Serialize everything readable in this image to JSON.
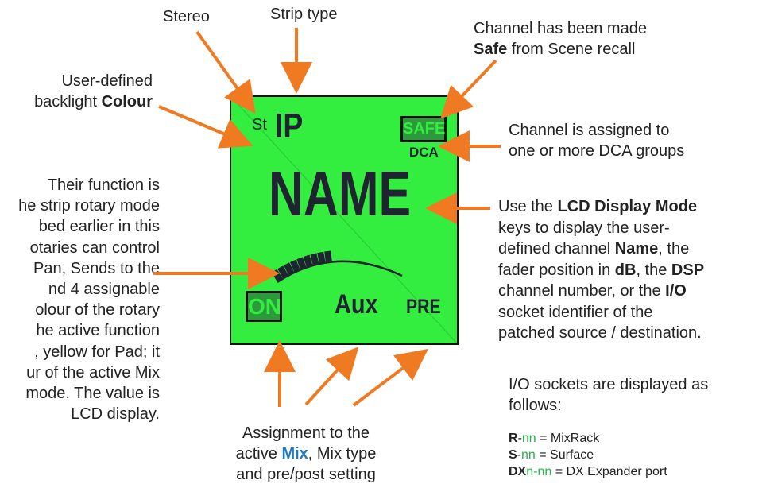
{
  "labels": {
    "stereo": "Stereo",
    "strip_type": "Strip type",
    "safe_line1": "Channel has been made",
    "safe_bold": "Safe",
    "safe_rest": " from Scene recall",
    "colour_line1": "User-defined",
    "colour_line2_prefix": "backlight ",
    "colour_bold": "Colour",
    "dca_line1": "Channel is assigned to",
    "dca_line2": "one or more DCA groups",
    "rotary_lines": [
      "Their function is",
      "he strip rotary mode",
      "bed earlier in this",
      "otaries can control",
      "Pan, Sends to the",
      "nd 4 assignable",
      "olour of the rotary",
      "he active function",
      ", yellow for Pad; it",
      "ur of the active Mix",
      "mode. The value is",
      "LCD display."
    ],
    "display_mode": {
      "l1_prefix": "Use the ",
      "l1_bold": "LCD Display Mode",
      "l2": "keys to display the user-",
      "l3_prefix": "defined channel ",
      "l3_bold": "Name",
      "l3_suffix": ", the",
      "l4_prefix": "fader position in ",
      "l4_bold1": "dB",
      "l4_mid": ", the ",
      "l4_bold2": "DSP",
      "l5_prefix": "channel number, or the ",
      "l5_bold": "I/O",
      "l6": "socket identifier of the",
      "l7": "patched source / destination."
    },
    "io_title_l1": "I/O sockets are displayed as",
    "io_title_l2": "follows:",
    "io_entries": [
      {
        "code": "R",
        "sep": "-",
        "nn": "nn",
        "desc": " = MixRack"
      },
      {
        "code": "S",
        "sep": "-",
        "nn": "nn",
        "desc": " = Surface"
      },
      {
        "code": "DX",
        "sep": "",
        "nn": "n-nn",
        "desc": " = DX Expander port"
      }
    ],
    "assign_l1": "Assignment to the",
    "assign_l2_prefix": "active ",
    "assign_l2_bold": "Mix",
    "assign_l2_suffix": ", Mix type",
    "assign_l3": "and pre/post setting"
  },
  "lcd": {
    "stereo": "St",
    "strip_type": "IP",
    "safe": "SAFE",
    "dca": "DCA",
    "name": "NAME",
    "on": "ON",
    "mix": "Aux",
    "prepost": "PRE",
    "backlight_color": "#33ee3e",
    "rotary_level": 0.45
  },
  "colors": {
    "arrow": "#f07a21",
    "mix_accent": "#1f79c4",
    "nn_accent": "#25b34a"
  }
}
